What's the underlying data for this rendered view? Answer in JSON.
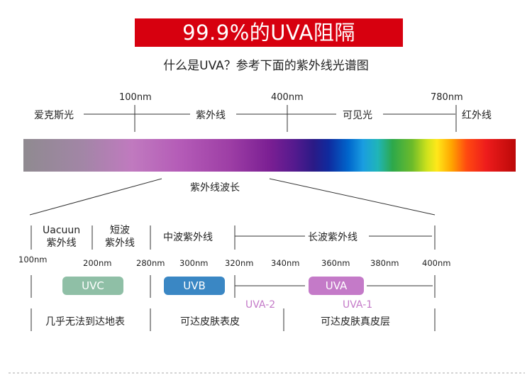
{
  "title": "99.9%的UVA阻隔",
  "subtitle": "什么是UVA？参考下面的紫外线光谱图",
  "spectrum": {
    "regions": {
      "xray": "爱克斯光",
      "uv": "紫外线",
      "visible": "可见光",
      "ir": "红外线"
    },
    "ticks": {
      "t100": "100nm",
      "t400": "400nm",
      "t780": "780nm"
    },
    "caption": "紫外线波长"
  },
  "uv_detail": {
    "categories": {
      "vacuum_line1": "Uacuun",
      "vacuum_line2": "紫外线",
      "short_line1": "短波",
      "short_line2": "紫外线",
      "medium": "中波紫外线",
      "long": "长波紫外线"
    },
    "wavelengths": {
      "w100": "100nm",
      "w200": "200nm",
      "w280": "280nm",
      "w300": "300nm",
      "w320": "320nm",
      "w340": "340nm",
      "w360": "360nm",
      "w380": "380nm",
      "w400": "400nm"
    },
    "bands": {
      "uvc": {
        "label": "UVC",
        "color": "#8fbfa6"
      },
      "uvb": {
        "label": "UVB",
        "color": "#3a87c4"
      },
      "uva": {
        "label": "UVA",
        "color": "#c47ac8"
      },
      "uva2": "UVA-2",
      "uva1": "UVA-1"
    },
    "effects": {
      "surface": "几乎无法到达地表",
      "epidermis": "可达皮肤表皮",
      "dermis": "可达皮肤真皮层"
    }
  },
  "colors": {
    "banner": "#d7000f",
    "pink": "#c47ac8"
  }
}
